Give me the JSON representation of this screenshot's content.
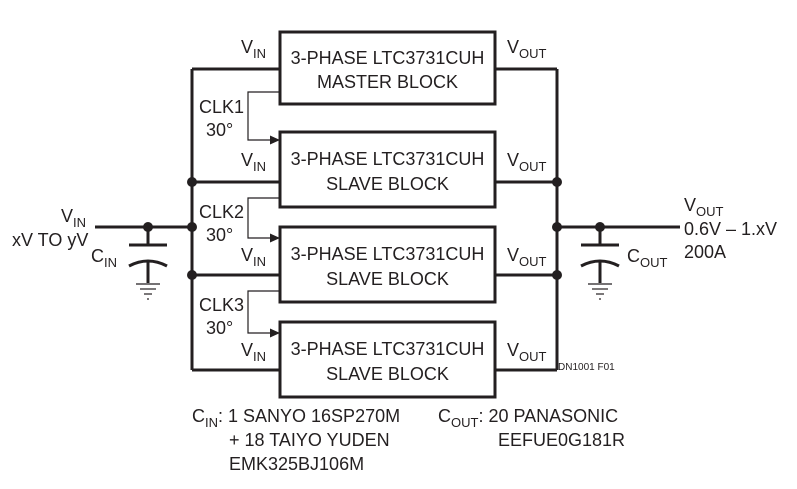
{
  "blocks": [
    {
      "line1": "3-PHASE LTC3731CUH",
      "line2": "MASTER BLOCK",
      "vin": "V",
      "vin_sub": "IN",
      "vout": "V",
      "vout_sub": "OUT"
    },
    {
      "line1": "3-PHASE LTC3731CUH",
      "line2": "SLAVE BLOCK",
      "vin": "V",
      "vin_sub": "IN",
      "vout": "V",
      "vout_sub": "OUT"
    },
    {
      "line1": "3-PHASE LTC3731CUH",
      "line2": "SLAVE BLOCK",
      "vin": "V",
      "vin_sub": "IN",
      "vout": "V",
      "vout_sub": "OUT"
    },
    {
      "line1": "3-PHASE LTC3731CUH",
      "line2": "SLAVE BLOCK",
      "vin": "V",
      "vin_sub": "IN",
      "vout": "V",
      "vout_sub": "OUT"
    }
  ],
  "clocks": [
    {
      "name": "CLK1",
      "phase": "30°"
    },
    {
      "name": "CLK2",
      "phase": "30°"
    },
    {
      "name": "CLK3",
      "phase": "30°"
    }
  ],
  "input": {
    "label": "V",
    "label_sub": "IN",
    "range": "xV TO yV"
  },
  "output": {
    "label": "V",
    "label_sub": "OUT",
    "range": "0.6V – 1.xV",
    "current": "200A"
  },
  "cin": {
    "label": "C",
    "label_sub": "IN"
  },
  "cout": {
    "label": "C",
    "label_sub": "OUT"
  },
  "figure_id": "DN1001 F01",
  "notes": {
    "cin_label": "C",
    "cin_sub": "IN",
    "cin_line1": ": 1 SANYO 16SP270M",
    "cin_line2": "+ 18 TAIYO YUDEN",
    "cin_line3": "EMK325BJ106M",
    "cout_label": "C",
    "cout_sub": "OUT",
    "cout_line1": ": 20 PANASONIC",
    "cout_line2": "EEFUE0G181R"
  }
}
